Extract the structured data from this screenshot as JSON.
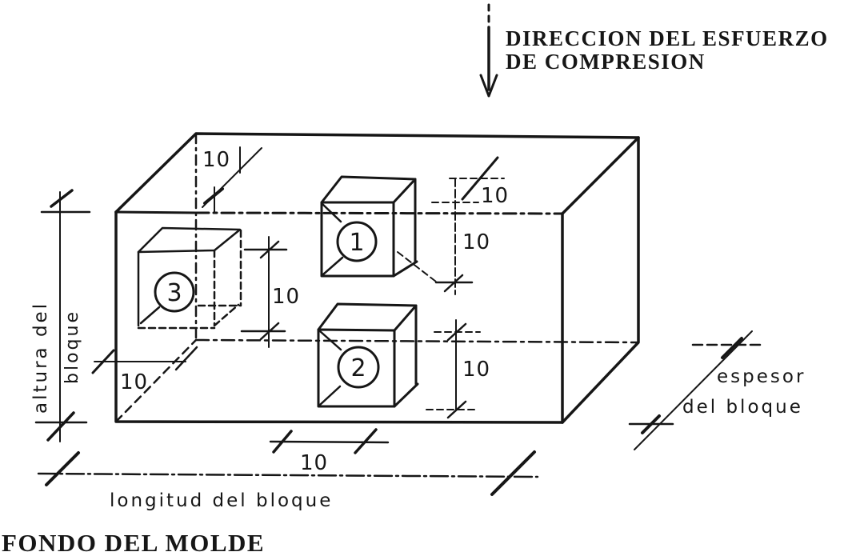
{
  "header": {
    "compression_line1": "DIRECCION DEL ESFUERZO",
    "compression_line2": "DE COMPRESION"
  },
  "caption": "FONDO DEL MOLDE",
  "labels": {
    "height_line1": "altura del",
    "height_line2": "bloque",
    "length": "longitud del bloque",
    "thickness_line1": "espesor",
    "thickness_line2": "del bloque"
  },
  "cubes": [
    {
      "number": "1"
    },
    {
      "number": "2"
    },
    {
      "number": "3"
    }
  ],
  "dims": [
    {
      "value": "10",
      "location": "top-face-depth"
    },
    {
      "value": "10",
      "location": "cube1-above"
    },
    {
      "value": "10",
      "location": "cube1-height"
    },
    {
      "value": "10",
      "location": "cube2-height"
    },
    {
      "value": "10",
      "location": "cube3-height"
    },
    {
      "value": "10",
      "location": "bottom-left-depth"
    },
    {
      "value": "10",
      "location": "bottom-width"
    }
  ],
  "colors": {
    "ink": "#161616",
    "background": "#ffffff"
  }
}
